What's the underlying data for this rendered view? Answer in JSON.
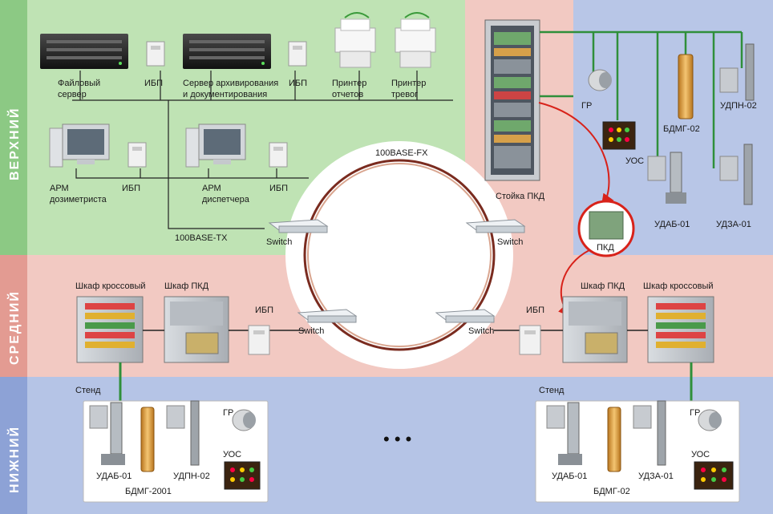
{
  "levels": {
    "top": "ВЕРХНИЙ",
    "middle": "СРЕДНИЙ",
    "bottom": "НИЖНИЙ"
  },
  "colors": {
    "top_zone": "#bfe3b4",
    "top_band": "#8cc984",
    "middle_zone": "#f2c9c2",
    "middle_band": "#e39b92",
    "bottom_zone": "#b5c4e6",
    "bottom_band": "#8da2d6",
    "right_zone": "#b8c6e7",
    "rack_zone": "#f2c9c2",
    "ring_outer": "#7a2b1f",
    "link_green": "#2f8f3a",
    "arrow_red": "#d8221a"
  },
  "top": {
    "file_server": "Файловый\nсервер",
    "ups": "ИБП",
    "archive_server": "Сервер архивирования\nи документирования",
    "report_printer": "Принтер\nотчетов",
    "alarm_printer": "Принтер\nтревог",
    "arm_dosimetrist": "АРМ\nдозиметриста",
    "arm_dispatcher": "АРМ\nдиспетчера",
    "lan": "100BASE-TX"
  },
  "ring": {
    "label": "100BASE-FX",
    "switch": "Switch"
  },
  "right": {
    "rack": "Стойка ПКД",
    "pkd": "ПКД",
    "gr": "ГР",
    "uos": "УОС",
    "bdmg": "БДМГ-02",
    "udpn": "УДПН-02",
    "udab": "УДАБ-01",
    "udza": "УДЗА-01"
  },
  "middle": {
    "cross_cabinet": "Шкаф кроссовый",
    "pkd_cabinet": "Шкаф ПКД",
    "ups": "ИБП"
  },
  "bottom": {
    "stand": "Стенд",
    "left": {
      "udab": "УДАБ-01",
      "bdmg": "БДМГ-2001",
      "udpn": "УДПН-02",
      "gr": "ГР",
      "uos": "УОС"
    },
    "right": {
      "udab": "УДАБ-01",
      "bdmg": "БДМГ-02",
      "udza": "УДЗА-01",
      "gr": "ГР",
      "uos": "УОС"
    },
    "ellipsis": "• • •"
  }
}
